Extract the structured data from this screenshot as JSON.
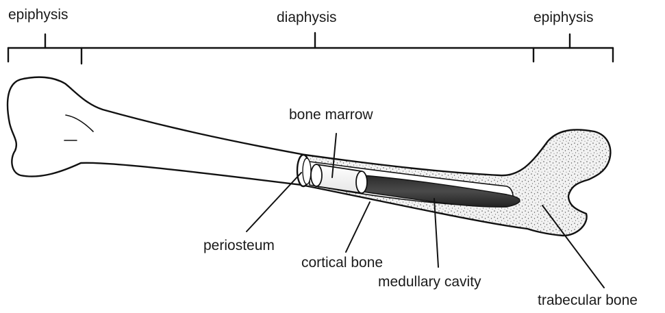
{
  "labels": {
    "epiphysis_left": "epiphysis",
    "diaphysis": "diaphysis",
    "epiphysis_right": "epiphysis",
    "bone_marrow": "bone marrow",
    "periosteum": "periosteum",
    "cortical_bone": "cortical bone",
    "medullary_cavity": "medullary cavity",
    "trabecular_bone": "trabecular bone"
  },
  "colors": {
    "outline": "#111111",
    "bone_fill": "#ffffff",
    "cavity_fill": "#3a3a3a",
    "spongy_dots": "#555555"
  }
}
